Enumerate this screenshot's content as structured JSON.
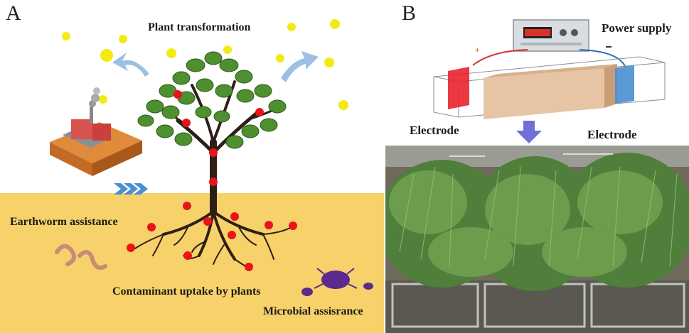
{
  "panel_a": {
    "letter": "A",
    "plant_transformation": "Plant transformation",
    "earthworm_assistance": "Earthworm assistance",
    "contaminant_uptake": "Contaminant uptake by plants",
    "microbial": "Microbial assisrance"
  },
  "panel_b": {
    "letter": "B",
    "power_supply": "Power supply",
    "electrode_left": "Electrode",
    "electrode_right": "Electrode"
  },
  "colors": {
    "soil": "#f7d169",
    "leaf": "#4e8f2f",
    "contaminant": "#e8141b",
    "particle": "#f3ea14",
    "arrow": "#9cc0e3",
    "electrode_red": "#e8232f",
    "electrode_blue": "#4a8fd1",
    "grass": "#4f7f3a"
  }
}
